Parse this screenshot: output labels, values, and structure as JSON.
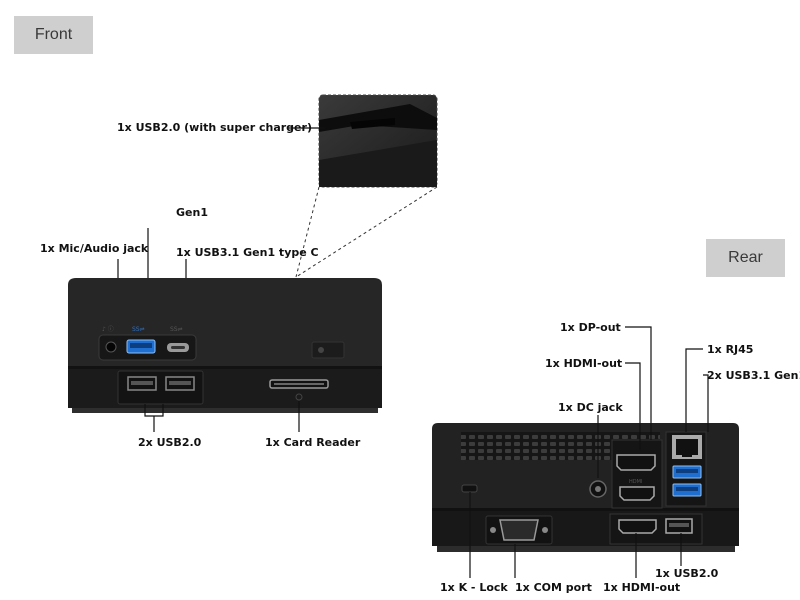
{
  "front": {
    "tag": "Front",
    "labels": {
      "usb_super_charger": "1x USB2.0 (with super charger)",
      "gen1": "Gen1",
      "mic_audio": "1x Mic/Audio jack",
      "usb31_typec": "1x USB3.1 Gen1 type C",
      "usb20_x2": "2x USB2.0",
      "card_reader": "1x Card Reader"
    }
  },
  "rear": {
    "tag": "Rear",
    "labels": {
      "dp_out": "1x DP-out",
      "hdmi_out_top": "1x HDMI-out",
      "rj45": "1x RJ45",
      "usb31_gen1_x2": "2x USB3.1 Gen1",
      "dc_jack": "1x DC jack",
      "k_lock": "1x K - Lock",
      "com_port": "1x COM port",
      "hdmi_out_bottom": "1x HDMI-out",
      "usb20": "1x USB2.0"
    }
  }
}
